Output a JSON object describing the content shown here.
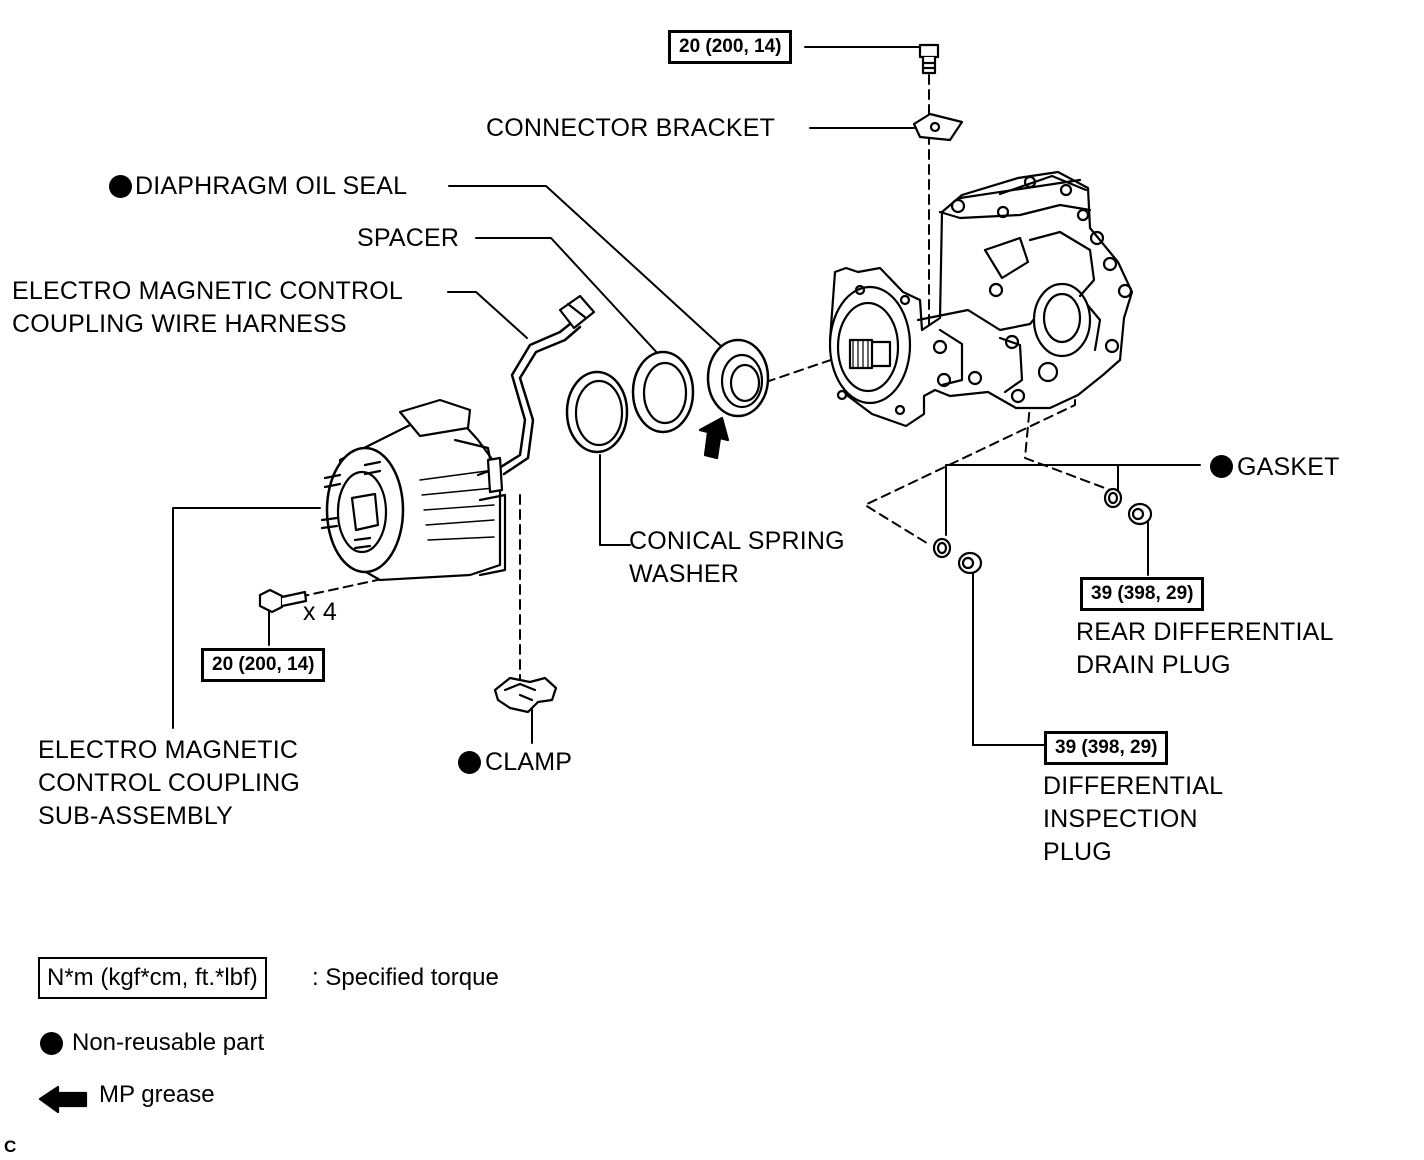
{
  "labels": {
    "connector_bracket": "CONNECTOR BRACKET",
    "diaphragm_oil_seal": "DIAPHRAGM OIL SEAL",
    "spacer": "SPACER",
    "wire_harness_1": "ELECTRO MAGNETIC CONTROL",
    "wire_harness_2": "COUPLING WIRE HARNESS",
    "coupling_sub_1": "ELECTRO MAGNETIC",
    "coupling_sub_2": "CONTROL COUPLING",
    "coupling_sub_3": "SUB-ASSEMBLY",
    "clamp": "CLAMP",
    "conical_1": "CONICAL SPRING",
    "conical_2": "WASHER",
    "gasket": "GASKET",
    "drain_plug_1": "REAR DIFFERENTIAL",
    "drain_plug_2": "DRAIN PLUG",
    "inspection_1": "DIFFERENTIAL",
    "inspection_2": "INSPECTION",
    "inspection_3": "PLUG",
    "qty": "x 4"
  },
  "torques": {
    "top_bolt": "20 (200, 14)",
    "coupling_bolt": "20 (200, 14)",
    "drain_plug": "39 (398, 29)",
    "inspection_plug": "39 (398, 29)"
  },
  "legend": {
    "torque_box": "N*m (kgf*cm, ft.*lbf)",
    "torque_text": ": Specified torque",
    "non_reusable": "Non-reusable part",
    "grease": "MP grease"
  },
  "corner_mark": "C"
}
